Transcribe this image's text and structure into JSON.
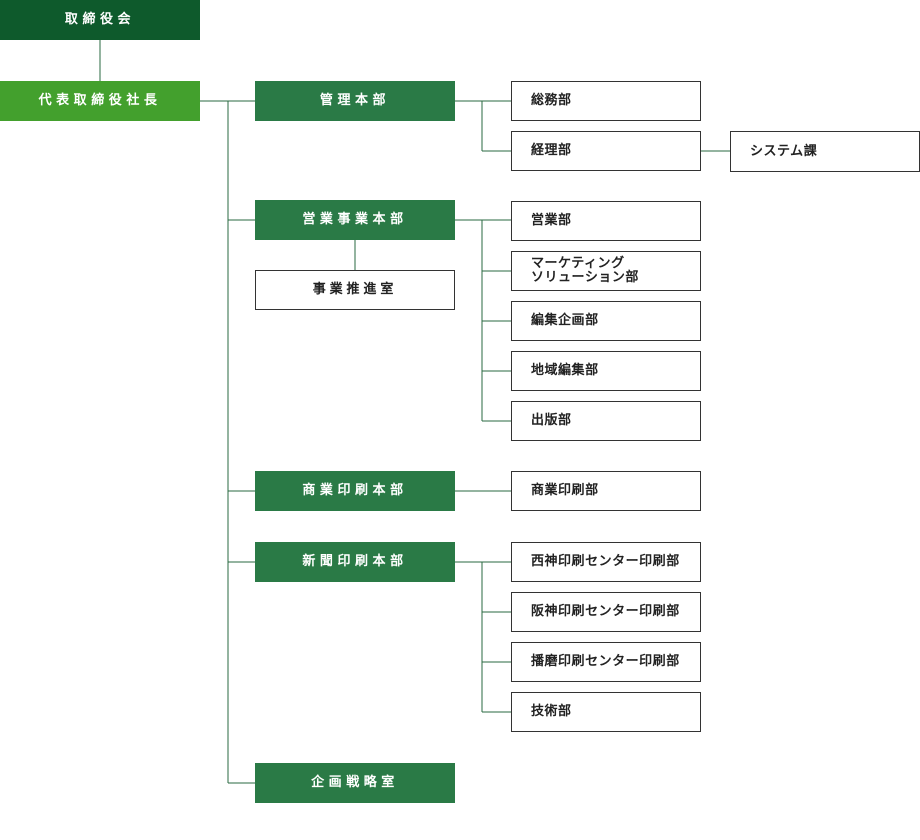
{
  "top": {
    "board": "取締役会",
    "president": "代表取締役社長"
  },
  "divisions": {
    "management": "管理本部",
    "sales": "営業事業本部",
    "commercial_print": "商業印刷本部",
    "newspaper_print": "新聞印刷本部",
    "planning": "企画戦略室"
  },
  "sub_divisions": {
    "business_promotion": "事業推進室"
  },
  "departments": {
    "general_affairs": "総務部",
    "accounting": "経理部",
    "systems": "システム課",
    "sales_dept": "営業部",
    "marketing": "マーケティング\nソリューション部",
    "editorial_planning": "編集企画部",
    "regional_editorial": "地域編集部",
    "publishing": "出版部",
    "commercial_print_dept": "商業印刷部",
    "nishi_kobe_print": "西神印刷センター印刷部",
    "hanshin_print": "阪神印刷センター印刷部",
    "harima_print": "播磨印刷センター印刷部",
    "technology": "技術部"
  },
  "colors": {
    "board": "#0e5a2c",
    "president": "#43a02d",
    "division": "#2a7a46",
    "line": "#2a6a40"
  }
}
